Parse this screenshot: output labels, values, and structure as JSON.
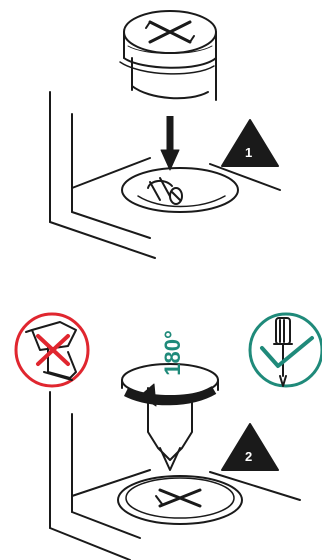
{
  "steps": [
    {
      "number": "1"
    },
    {
      "number": "2"
    }
  ],
  "rotation": {
    "label": "180°"
  },
  "tools": {
    "drill": {
      "icon": "power-drill-icon",
      "status": "not-allowed",
      "color": "#e0262f"
    },
    "screwdriver": {
      "icon": "screwdriver-icon",
      "status": "allowed",
      "color": "#1f8a7a"
    }
  },
  "colors": {
    "line": "#1a1a1a",
    "arrow": "#1a1a1a",
    "warning": "#1a1a1a",
    "rotation_text": "#1f8a7a"
  }
}
